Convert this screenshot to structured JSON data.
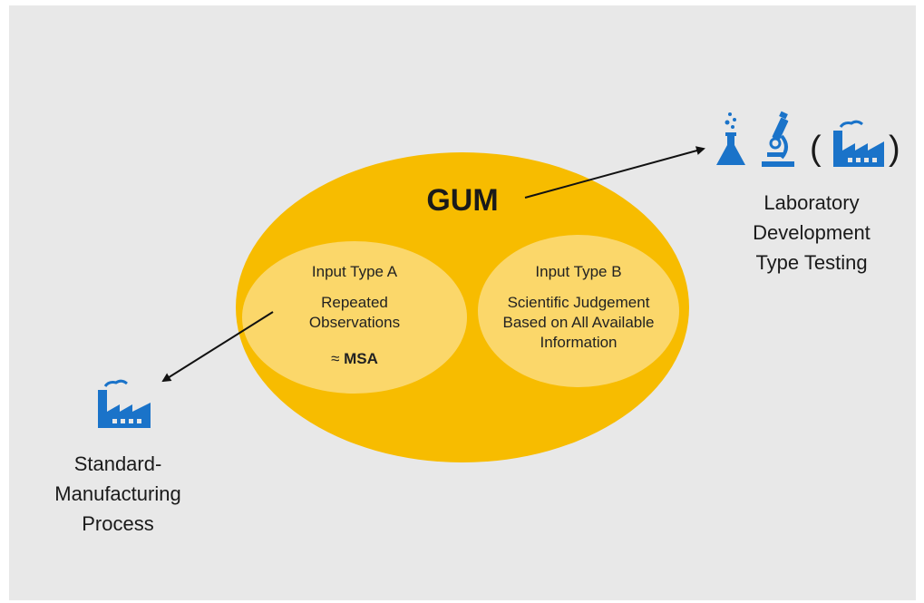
{
  "diagram": {
    "title": "GUM",
    "type_a": {
      "heading": "Input Type A",
      "lines": [
        "Repeated",
        "Observations"
      ],
      "msa_symbol": "≈",
      "msa_text": "MSA"
    },
    "type_b": {
      "heading": "Input Type B",
      "lines": [
        "Scientific Judgement",
        "Based on All Available",
        "Information"
      ]
    },
    "lab": {
      "lines": [
        "Laboratory",
        "Development",
        "Type Testing"
      ],
      "paren_open": "(",
      "paren_close": ")"
    },
    "manufacturing": {
      "lines": [
        "Standard-",
        "Manufacturing",
        "Process"
      ]
    }
  },
  "colors": {
    "background": "#e8e8e8",
    "gum_ellipse": "#f7bc00",
    "inner_ellipse": "#fbd76a",
    "icon_blue": "#1a73c9",
    "arrow": "#111111"
  },
  "icons": [
    "flask-icon",
    "microscope-icon",
    "factory-icon",
    "factory-icon"
  ]
}
